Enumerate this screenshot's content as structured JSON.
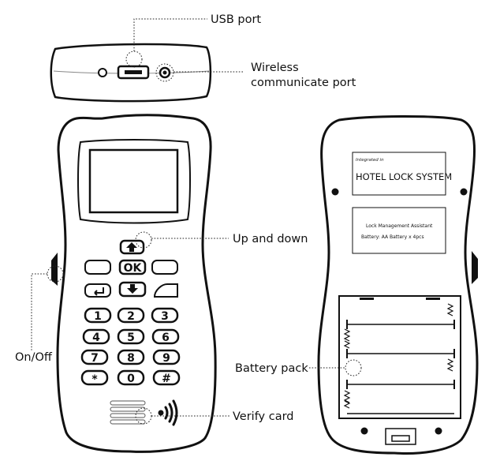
{
  "callouts": {
    "usb_port": "USB port",
    "wireless_line1": "Wireless",
    "wireless_line2": "communicate port",
    "up_and_down": "Up and down",
    "on_off": "On/Off",
    "battery_pack": "Battery pack",
    "verify_card": "Verify card"
  },
  "keypad": {
    "ok": "OK",
    "digits": [
      "1",
      "2",
      "3",
      "4",
      "5",
      "6",
      "7",
      "8",
      "9"
    ],
    "bottom_row": [
      "*",
      "0",
      "#"
    ]
  },
  "back_labels": {
    "label1_small": "Integrated in",
    "label1_main": "HOTEL LOCK SYSTEM",
    "label2_line1": "Lock Management Assistant",
    "label2_line2": "Battery: AA Battery x 4pcs"
  }
}
